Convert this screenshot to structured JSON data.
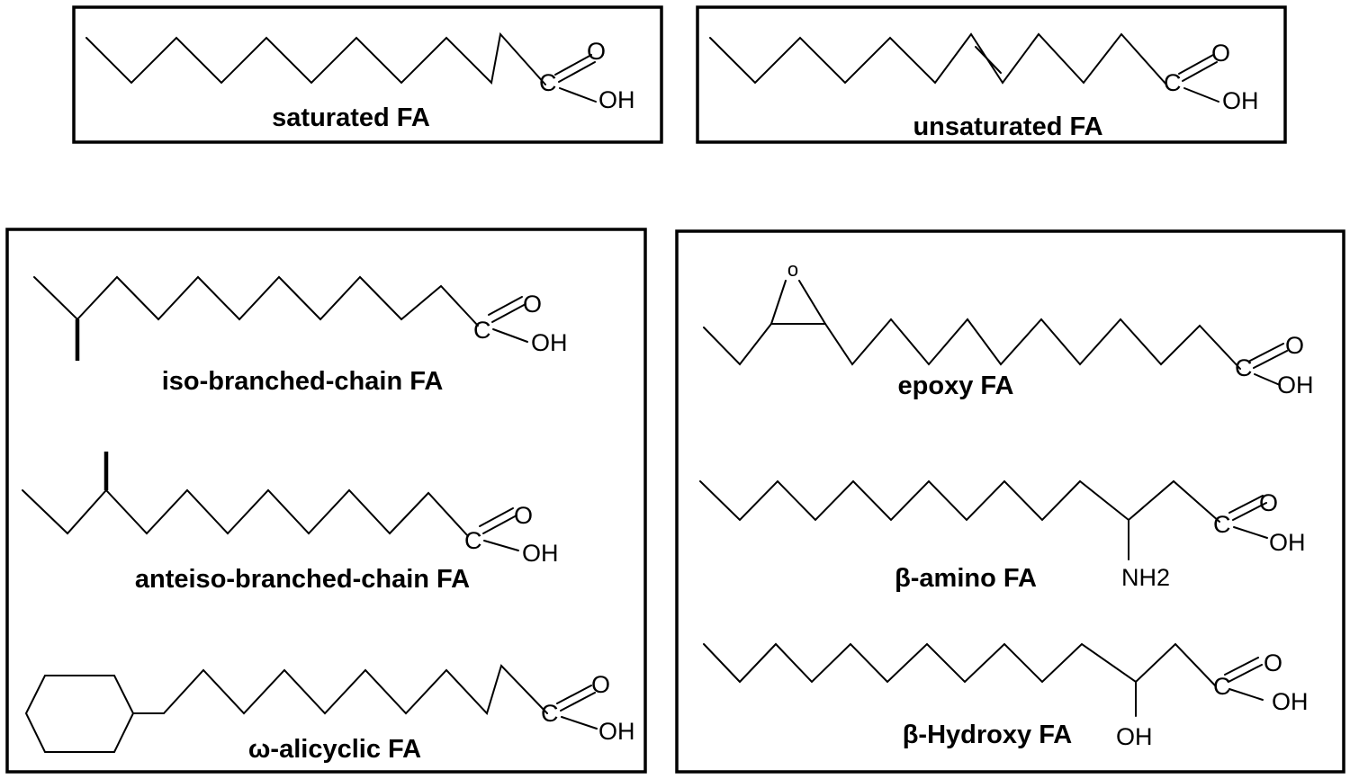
{
  "structures": {
    "saturated": {
      "name": "saturated FA",
      "carbonyl_o": "O",
      "carbon": "C",
      "hydroxyl": "OH"
    },
    "unsaturated": {
      "name": "unsaturated FA",
      "carbonyl_o": "O",
      "carbon": "C",
      "hydroxyl": "OH"
    },
    "iso": {
      "name": "iso-branched-chain FA",
      "carbonyl_o": "O",
      "carbon": "C",
      "hydroxyl": "OH"
    },
    "anteiso": {
      "name": "anteiso-branched-chain FA",
      "carbonyl_o": "O",
      "carbon": "C",
      "hydroxyl": "OH"
    },
    "alicyclic": {
      "name": "ω-alicyclic FA",
      "carbonyl_o": "O",
      "carbon": "C",
      "hydroxyl": "OH"
    },
    "epoxy": {
      "name": "epoxy FA",
      "epoxide_o": "o",
      "carbonyl_o": "O",
      "carbon": "C",
      "hydroxyl": "OH"
    },
    "amino": {
      "name": "β-amino FA",
      "substituent": "NH2",
      "carbonyl_o": "O",
      "carbon": "C",
      "hydroxyl": "OH"
    },
    "hydroxy": {
      "name": "β-Hydroxy FA",
      "substituent": "OH",
      "carbonyl_o": "O",
      "carbon": "C",
      "hydroxyl": "OH"
    }
  }
}
